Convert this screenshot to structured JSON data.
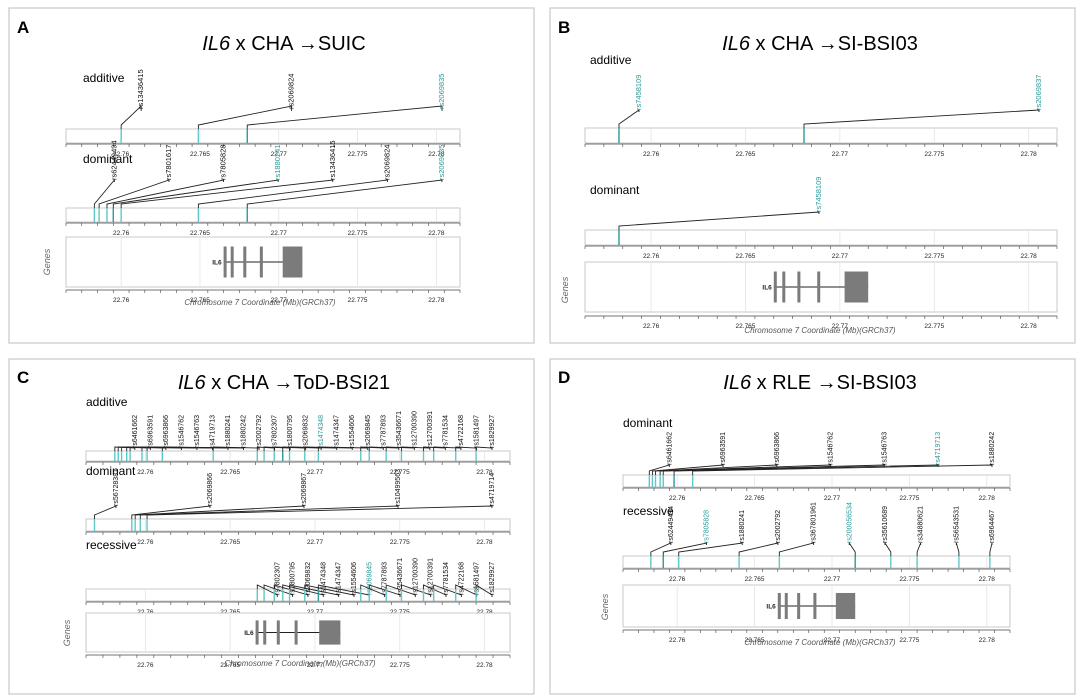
{
  "colors": {
    "teal": "#2a9a9a",
    "black": "#111111",
    "gene": "#7b7b7b",
    "grid": "#e4e4e4"
  },
  "panels": [
    {
      "letter": "A",
      "title_gene": "IL6",
      "title_rest": " x CHA →SUIC",
      "xaxis_label": "Chromosome 7 Coordinate (Mb)(GRCh37)",
      "genes_label": "Genes",
      "gene_name": "IL6",
      "ticks": [
        "22.76",
        "22.765",
        "22.77",
        "22.775",
        "22.78"
      ],
      "tracks": [
        {
          "name": "additive",
          "snps": [
            {
              "id": "rs13436415",
              "pos": 22.76,
              "hl": false
            },
            {
              "id": "rs2069824",
              "pos": 22.7649,
              "hl": false
            },
            {
              "id": "rs2069835",
              "pos": 22.768,
              "hl": true
            }
          ]
        },
        {
          "name": "dominant",
          "snps": [
            {
              "id": "rs62449494",
              "pos": 22.7583,
              "hl": false
            },
            {
              "id": "rs7801617",
              "pos": 22.7586,
              "hl": false
            },
            {
              "id": "rs7805828",
              "pos": 22.7591,
              "hl": false
            },
            {
              "id": "rs1880241",
              "pos": 22.7595,
              "hl": true
            },
            {
              "id": "rs13436415",
              "pos": 22.76,
              "hl": false
            },
            {
              "id": "rs2069824",
              "pos": 22.7649,
              "hl": false
            },
            {
              "id": "rs2069835",
              "pos": 22.768,
              "hl": true
            }
          ]
        }
      ]
    },
    {
      "letter": "B",
      "title_gene": "IL6",
      "title_rest": " x CHA →SI-BSI03",
      "xaxis_label": "Chromosome 7 Coordinate (Mb)(GRCh37)",
      "genes_label": "Genes",
      "gene_name": "IL6",
      "ticks": [
        "22.76",
        "22.765",
        "22.77",
        "22.775",
        "22.78"
      ],
      "tracks": [
        {
          "name": "additive",
          "snps": [
            {
              "id": "rs7458109",
              "pos": 22.7583,
              "hl": true
            },
            {
              "id": "rs2069837",
              "pos": 22.7681,
              "hl": true
            }
          ]
        },
        {
          "name": "dominant",
          "snps": [
            {
              "id": "rs7458109",
              "pos": 22.7583,
              "hl": true
            }
          ]
        }
      ]
    },
    {
      "letter": "C",
      "title_gene": "IL6",
      "title_rest": " x CHA →ToD-BSI21",
      "xaxis_label": "Chromosome 7 Coordinate (Mb)(GRCh37)",
      "genes_label": "Genes",
      "gene_name": "IL6",
      "ticks": [
        "22.76",
        "22.765",
        "22.77",
        "22.775",
        "22.78"
      ],
      "tracks": [
        {
          "name": "additive",
          "snps": [
            {
              "id": "rs6461662",
              "pos": 22.7582,
              "hl": false
            },
            {
              "id": "rs6963591",
              "pos": 22.7584,
              "hl": false
            },
            {
              "id": "rs6963866",
              "pos": 22.7586,
              "hl": false
            },
            {
              "id": "rs1546762",
              "pos": 22.7589,
              "hl": false
            },
            {
              "id": "rs1546763",
              "pos": 22.7591,
              "hl": false
            },
            {
              "id": "rs4719713",
              "pos": 22.7598,
              "hl": false
            },
            {
              "id": "rs1880241",
              "pos": 22.7601,
              "hl": false
            },
            {
              "id": "rs1880242",
              "pos": 22.761,
              "hl": false
            },
            {
              "id": "rs2002792",
              "pos": 22.764,
              "hl": false
            },
            {
              "id": "rs7802307",
              "pos": 22.7666,
              "hl": false
            },
            {
              "id": "rs1800795",
              "pos": 22.767,
              "hl": false
            },
            {
              "id": "rs2069832",
              "pos": 22.7676,
              "hl": false
            },
            {
              "id": "rs1474348",
              "pos": 22.7681,
              "hl": true
            },
            {
              "id": "rs1474347",
              "pos": 22.7685,
              "hl": false
            },
            {
              "id": "rs1554606",
              "pos": 22.7694,
              "hl": false
            },
            {
              "id": "rs2069845",
              "pos": 22.7702,
              "hl": false
            },
            {
              "id": "rs7787893",
              "pos": 22.7727,
              "hl": false
            },
            {
              "id": "rs35436671",
              "pos": 22.7732,
              "hl": false
            },
            {
              "id": "rs12700390",
              "pos": 22.7742,
              "hl": false
            },
            {
              "id": "rs12700391",
              "pos": 22.7751,
              "hl": false
            },
            {
              "id": "rs7781534",
              "pos": 22.7764,
              "hl": false
            },
            {
              "id": "rs4722168",
              "pos": 22.777,
              "hl": false
            },
            {
              "id": "rs1581497",
              "pos": 22.7783,
              "hl": false
            },
            {
              "id": "rs1829927",
              "pos": 22.7795,
              "hl": false
            }
          ]
        },
        {
          "name": "dominant",
          "snps": [
            {
              "id": "rs56728381",
              "pos": 22.757,
              "hl": false
            },
            {
              "id": "rs2069866",
              "pos": 22.7592,
              "hl": false
            },
            {
              "id": "rs2069867",
              "pos": 22.7594,
              "hl": false
            },
            {
              "id": "rs10499563",
              "pos": 22.7597,
              "hl": false
            },
            {
              "id": "rs4719714",
              "pos": 22.7601,
              "hl": false
            }
          ]
        },
        {
          "name": "recessive",
          "snps": [
            {
              "id": "rs7802307",
              "pos": 22.7666,
              "hl": false
            },
            {
              "id": "rs1800795",
              "pos": 22.767,
              "hl": false
            },
            {
              "id": "rs2069832",
              "pos": 22.7676,
              "hl": false
            },
            {
              "id": "rs1474348",
              "pos": 22.7681,
              "hl": false
            },
            {
              "id": "rs1474347",
              "pos": 22.7685,
              "hl": false
            },
            {
              "id": "rs1554606",
              "pos": 22.7694,
              "hl": false
            },
            {
              "id": "rs2069845",
              "pos": 22.7702,
              "hl": true
            },
            {
              "id": "rs7787893",
              "pos": 22.7727,
              "hl": false
            },
            {
              "id": "rs35436671",
              "pos": 22.7732,
              "hl": false
            },
            {
              "id": "rs12700390",
              "pos": 22.7742,
              "hl": false
            },
            {
              "id": "rs12700391",
              "pos": 22.7751,
              "hl": false
            },
            {
              "id": "rs7781534",
              "pos": 22.7764,
              "hl": false
            },
            {
              "id": "rs4722168",
              "pos": 22.777,
              "hl": false
            },
            {
              "id": "rs1581497",
              "pos": 22.7783,
              "hl": false
            },
            {
              "id": "rs1829927",
              "pos": 22.7795,
              "hl": false
            }
          ]
        }
      ]
    },
    {
      "letter": "D",
      "title_gene": "IL6",
      "title_rest": " x RLE →SI-BSI03",
      "xaxis_label": "Chromosome 7 Coordinate (Mb)(GRCh37)",
      "genes_label": "Genes",
      "gene_name": "IL6",
      "ticks": [
        "22.76",
        "22.765",
        "22.77",
        "22.775",
        "22.78"
      ],
      "tracks": [
        {
          "name": "dominant",
          "snps": [
            {
              "id": "rs6461662",
              "pos": 22.7582,
              "hl": false
            },
            {
              "id": "rs6963591",
              "pos": 22.7584,
              "hl": false
            },
            {
              "id": "rs6963866",
              "pos": 22.7586,
              "hl": false
            },
            {
              "id": "rs1546762",
              "pos": 22.7589,
              "hl": false
            },
            {
              "id": "rs1546763",
              "pos": 22.7591,
              "hl": false
            },
            {
              "id": "rs4719713",
              "pos": 22.7598,
              "hl": true
            },
            {
              "id": "rs1880242",
              "pos": 22.761,
              "hl": false
            }
          ]
        },
        {
          "name": "recessive",
          "snps": [
            {
              "id": "rs62449494",
              "pos": 22.7583,
              "hl": false
            },
            {
              "id": "rs7805828",
              "pos": 22.7591,
              "hl": true
            },
            {
              "id": "rs1880241",
              "pos": 22.7601,
              "hl": false
            },
            {
              "id": "rs2002792",
              "pos": 22.764,
              "hl": false
            },
            {
              "id": "rs367801961",
              "pos": 22.7666,
              "hl": false
            },
            {
              "id": "rs200056534",
              "pos": 22.7715,
              "hl": true
            },
            {
              "id": "rs35610689",
              "pos": 22.7738,
              "hl": false
            },
            {
              "id": "rs34880621",
              "pos": 22.7755,
              "hl": false
            },
            {
              "id": "rs56543531",
              "pos": 22.7782,
              "hl": false
            },
            {
              "id": "rs6964467",
              "pos": 22.7802,
              "hl": false
            }
          ]
        }
      ]
    }
  ]
}
